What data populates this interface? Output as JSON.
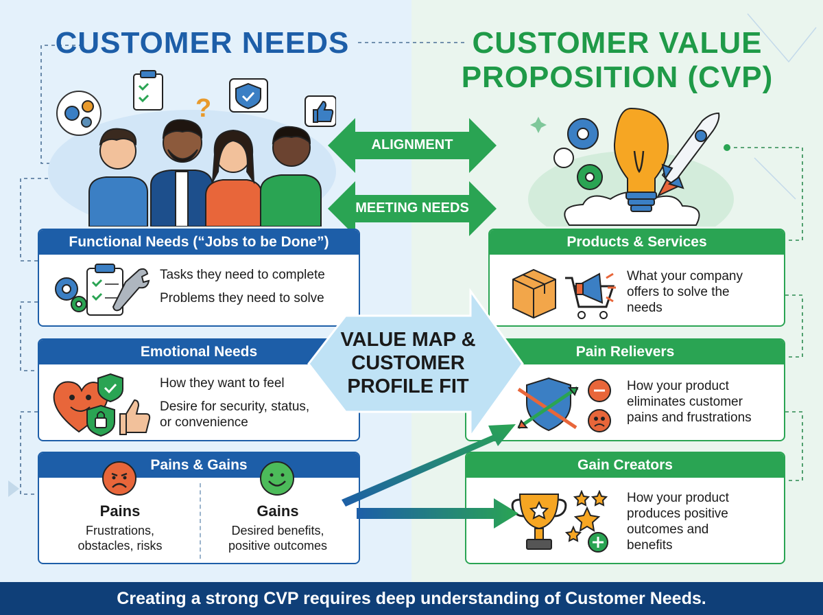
{
  "left": {
    "title": "CUSTOMER NEEDS",
    "functional": {
      "title": "Functional Needs (“Jobs to be Done”)",
      "lines": [
        "Tasks they need to complete",
        "Problems they need to solve"
      ]
    },
    "emotional": {
      "title": "Emotional Needs",
      "lines": [
        "How they want to feel",
        "Desire for security, status,",
        "or convenience"
      ]
    },
    "pains_gains": {
      "title": "Pains & Gains",
      "pains_title": "Pains",
      "pains_desc": [
        "Frustrations,",
        "obstacles, risks"
      ],
      "gains_title": "Gains",
      "gains_desc": [
        "Desired benefits,",
        "positive outcomes"
      ]
    }
  },
  "right": {
    "title": [
      "CUSTOMER VALUE",
      "PROPOSITION (CVP)"
    ],
    "products": {
      "title": "Products & Services",
      "lines": [
        "What your company",
        "offers to solve the",
        "needs"
      ]
    },
    "pain_relievers": {
      "title": "Pain Relievers",
      "lines": [
        "How your product",
        "eliminates customer",
        "pains and frustrations"
      ]
    },
    "gain_creators": {
      "title": "Gain Creators",
      "lines": [
        "How your product",
        "produces positive",
        "outcomes and",
        "benefits"
      ]
    }
  },
  "arrows": {
    "alignment": "ALIGNMENT",
    "meeting_needs": "MEETING NEEDS"
  },
  "center": [
    "VALUE MAP &",
    "CUSTOMER",
    "PROFILE FIT"
  ],
  "footer": "Creating a strong CVP requires deep understanding of Customer Needs.",
  "colors": {
    "blue": "#1d5ea8",
    "green": "#2aa453",
    "footer_bg": "#0f3f78",
    "center_arrow": "#bfe2f5"
  },
  "icons": [
    "gears-icon",
    "clipboard-icon",
    "question-icon",
    "shield-check-icon",
    "thumbs-up-icon",
    "people-group-icon",
    "lightbulb-icon",
    "rocket-icon",
    "heart-icon",
    "lock-shield-icon",
    "box-icon",
    "cart-megaphone-icon",
    "shield-arrows-icon",
    "minus-icon",
    "sad-face-icon",
    "happy-face-icon",
    "trophy-icon",
    "stars-icon",
    "plus-icon"
  ]
}
